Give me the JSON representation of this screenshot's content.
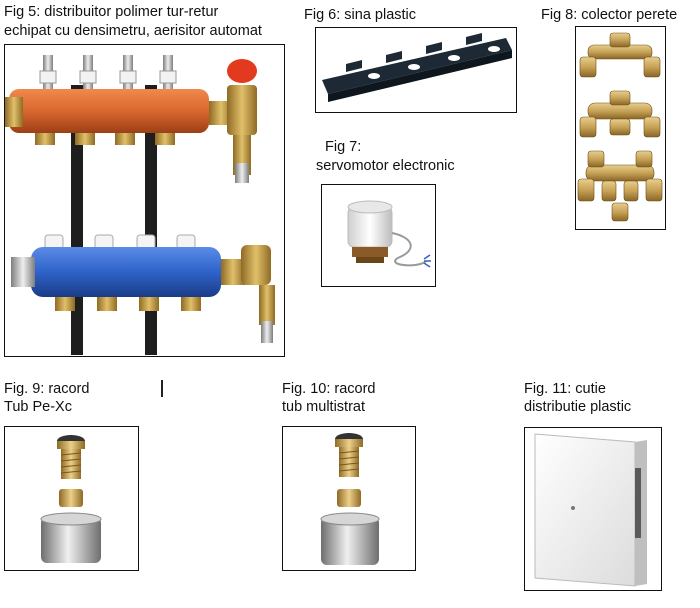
{
  "figures": {
    "fig5": {
      "caption_line1": "Fig 5: distribuitor polimer tur-retur",
      "caption_line2": "echipat cu densimetru, aerisitor automat"
    },
    "fig6": {
      "caption": "Fig 6: sina plastic"
    },
    "fig7": {
      "caption_line1": "Fig 7:",
      "caption_line2": "servomotor electronic"
    },
    "fig8": {
      "caption": "Fig 8: colector perete"
    },
    "fig9": {
      "caption_line1": "Fig. 9: racord",
      "caption_line2": "Tub Pe-Xc"
    },
    "fig10": {
      "caption_line1": "Fig. 10: racord",
      "caption_line2": "tub multistrat"
    },
    "fig11": {
      "caption_line1": "Fig. 11: cutie",
      "caption_line2": "distributie plastic"
    }
  },
  "colors": {
    "manifold_orange": "#d9672f",
    "manifold_blue": "#2f63c9",
    "brass": "#c8a04a",
    "chrome": "#b8b8b8",
    "rail": "#1d2a36"
  }
}
